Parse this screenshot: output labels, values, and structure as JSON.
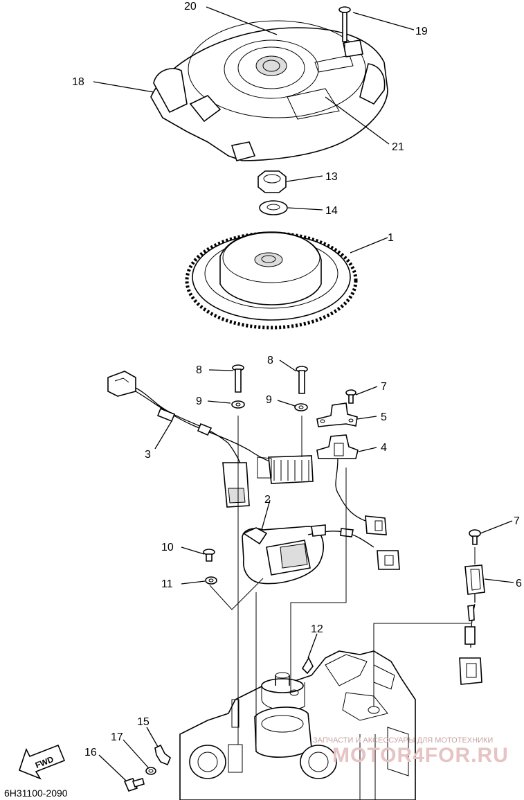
{
  "diagram": {
    "part_code": "6H31100-2090",
    "fwd_label": "FWD",
    "watermark_top": "ЗАПЧАСТИ И АКСЕССУАРЫ ДЛЯ МОТОТЕХНИКИ",
    "watermark_main": "MOTOR4FOR.RU",
    "callouts": [
      {
        "id": "c20",
        "text": "20"
      },
      {
        "id": "c19",
        "text": "19"
      },
      {
        "id": "c18",
        "text": "18"
      },
      {
        "id": "c21",
        "text": "21"
      },
      {
        "id": "c13",
        "text": "13"
      },
      {
        "id": "c14",
        "text": "14"
      },
      {
        "id": "c1",
        "text": "1"
      },
      {
        "id": "c8a",
        "text": "8"
      },
      {
        "id": "c8b",
        "text": "8"
      },
      {
        "id": "c7a",
        "text": "7"
      },
      {
        "id": "c9a",
        "text": "9"
      },
      {
        "id": "c9b",
        "text": "9"
      },
      {
        "id": "c5",
        "text": "5"
      },
      {
        "id": "c3",
        "text": "3"
      },
      {
        "id": "c4",
        "text": "4"
      },
      {
        "id": "c2",
        "text": "2"
      },
      {
        "id": "c7b",
        "text": "7"
      },
      {
        "id": "c10",
        "text": "10"
      },
      {
        "id": "c6",
        "text": "6"
      },
      {
        "id": "c11",
        "text": "11"
      },
      {
        "id": "c12",
        "text": "12"
      },
      {
        "id": "c15",
        "text": "15"
      },
      {
        "id": "c17",
        "text": "17"
      },
      {
        "id": "c16",
        "text": "16"
      }
    ]
  }
}
